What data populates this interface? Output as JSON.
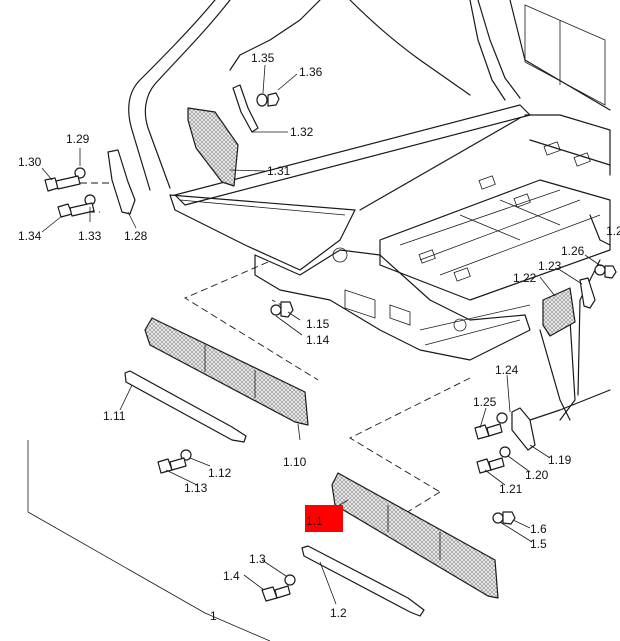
{
  "callouts": {
    "c1": "1",
    "c1_1": "1.1",
    "c1_2": "1.2",
    "c1_3": "1.3",
    "c1_4": "1.4",
    "c1_5": "1.5",
    "c1_6": "1.6",
    "c1_10": "1.10",
    "c1_11": "1.11",
    "c1_12": "1.12",
    "c1_13": "1.13",
    "c1_14": "1.14",
    "c1_15": "1.15",
    "c1_19": "1.19",
    "c1_20": "1.20",
    "c1_21": "1.21",
    "c1_22": "1.22",
    "c1_23": "1.23",
    "c1_24": "1.24",
    "c1_25": "1.25",
    "c1_26": "1.26",
    "c1_27": "1.2",
    "c1_28": "1.28",
    "c1_29": "1.29",
    "c1_30": "1.30",
    "c1_31": "1.31",
    "c1_32": "1.32",
    "c1_33": "1.33",
    "c1_34": "1.34",
    "c1_35": "1.35",
    "c1_36": "1.36"
  },
  "highlight": {
    "part_number": "1.1",
    "color": "#ff0000"
  },
  "colors": {
    "line": "#1a1a1a",
    "mesh_fill": "#d9d9d9",
    "background": "#ffffff"
  }
}
